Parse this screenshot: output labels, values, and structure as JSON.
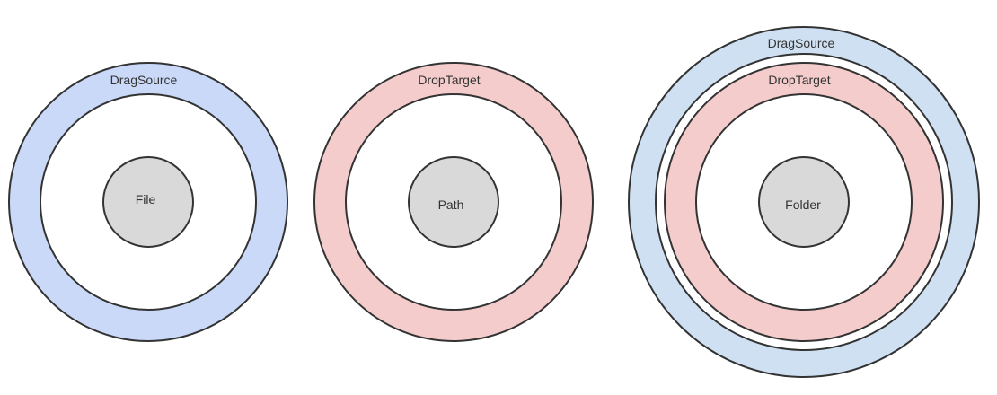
{
  "colors": {
    "drag_source": "#c9d9f7",
    "drag_source_outer": "#cfe0f2",
    "drop_target": "#f4cccc",
    "core": "#d9d9d9",
    "outline": "#333333",
    "background": "#ffffff"
  },
  "diagrams": [
    {
      "rings": [
        "DragSource"
      ],
      "core": "File"
    },
    {
      "rings": [
        "DropTarget"
      ],
      "core": "Path"
    },
    {
      "rings": [
        "DragSource",
        "DropTarget"
      ],
      "core": "Folder"
    }
  ]
}
